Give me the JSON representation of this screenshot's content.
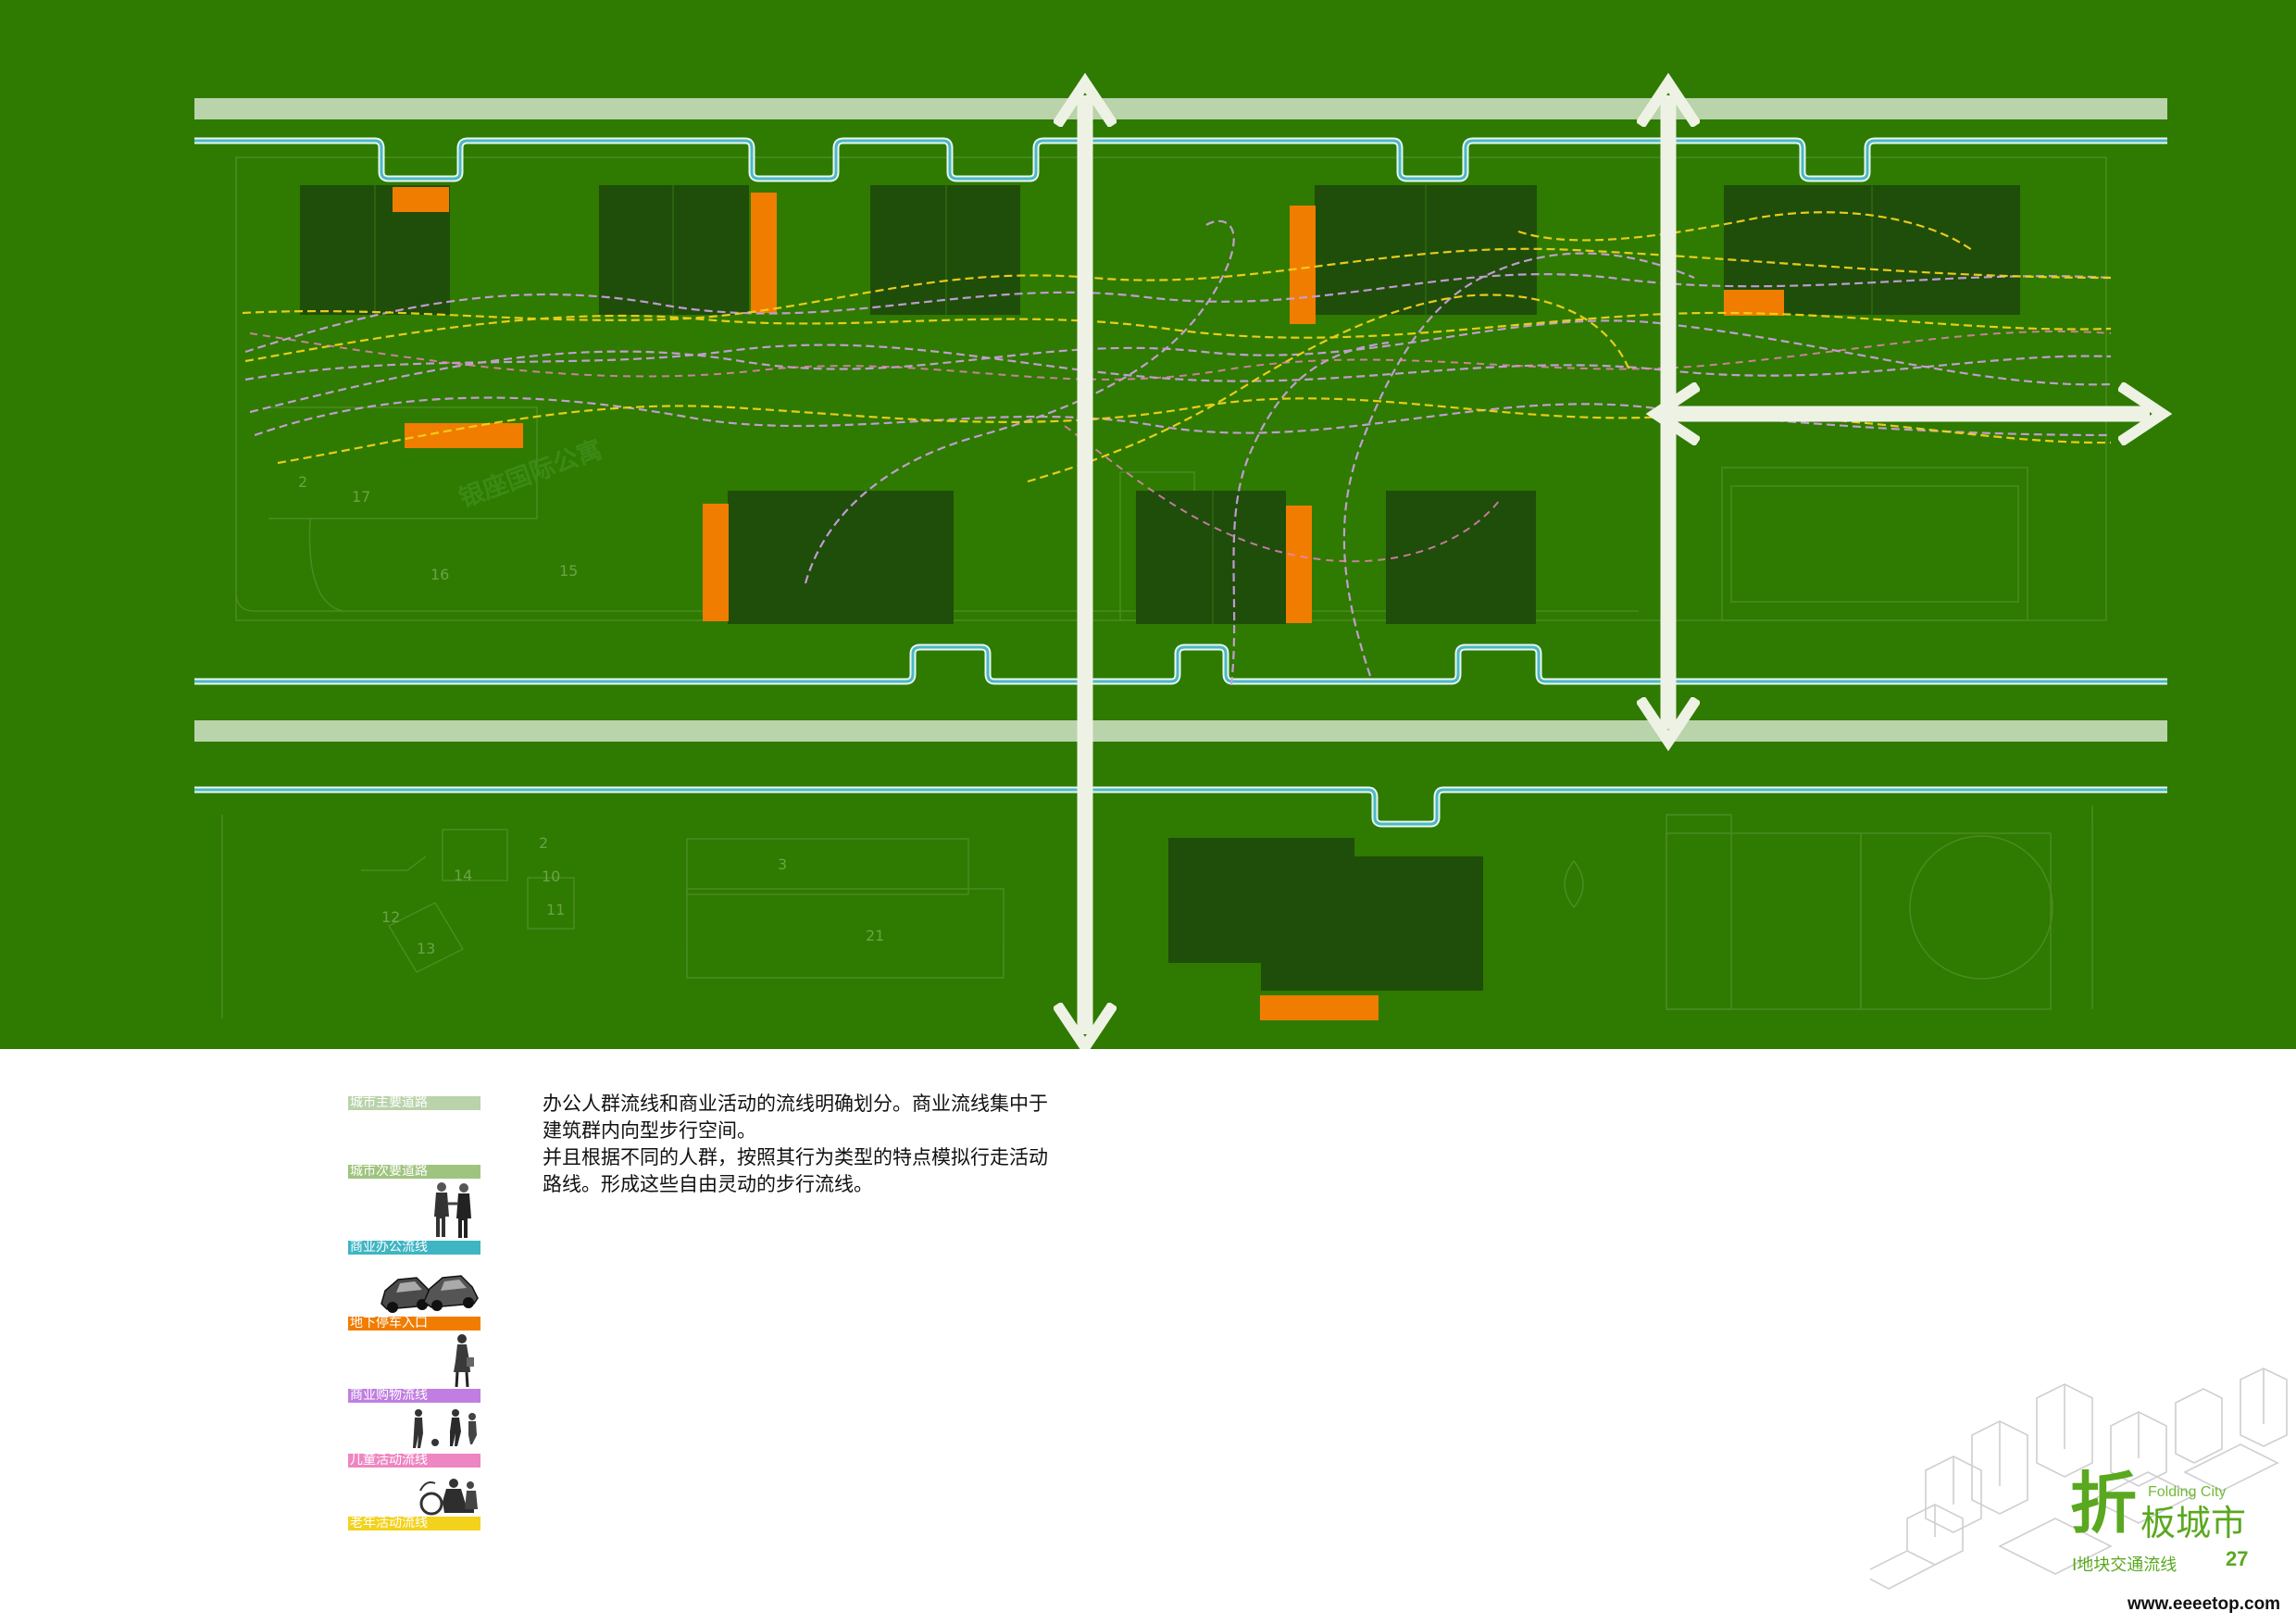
{
  "plan": {
    "background": "#2f7a00",
    "site_label": "银座国际公寓",
    "building_numbers": [
      "2",
      "17",
      "16",
      "15",
      "14",
      "10",
      "11",
      "12",
      "13",
      "3",
      "21",
      "2"
    ]
  },
  "legend": {
    "items": [
      {
        "label": "城市主要道路",
        "color": "#b9d3ab",
        "icon": "none"
      },
      {
        "label": "城市次要道路",
        "color": "#9fc47f",
        "icon": "none"
      },
      {
        "label": "商业办公流线",
        "color": "#3fb5c3",
        "icon": "businessmen-handshake-icon"
      },
      {
        "label": "地下停车入口",
        "color": "#f07d00",
        "icon": "cars-icon"
      },
      {
        "label": "商业购物流线",
        "color": "#c07ee0",
        "icon": "shopper-woman-icon"
      },
      {
        "label": "儿童活动流线",
        "color": "#ee86c2",
        "icon": "children-playing-icon"
      },
      {
        "label": "老年活动流线",
        "color": "#f2d21c",
        "icon": "elderly-couple-icon"
      }
    ]
  },
  "description": {
    "lines": [
      "办公人群流线和商业活动的流线明确划分。商业流线集中于",
      "建筑群内向型步行空间。",
      "并且根据不同的人群，按照其行为类型的特点模拟行走活动",
      "路线。形成这些自由灵动的步行流线。"
    ]
  },
  "brand": {
    "char_large": "折",
    "char_rest": "板城市",
    "english": "Folding City",
    "subtitle": "I地块交通流线",
    "page_number": "27",
    "website": "www.eeeetop.com"
  },
  "colors": {
    "plan_green": "#2f7a00",
    "building_dark": "#1f4d0a",
    "main_road": "#b9d3ab",
    "secondary_road": "#4ab9c5",
    "parking_entry": "#f07d00",
    "arrow": "#eef2e4",
    "shopping_flow": "#c9a0dc",
    "elderly_flow": "#f2d21c",
    "brand_green": "#5aa81f"
  }
}
